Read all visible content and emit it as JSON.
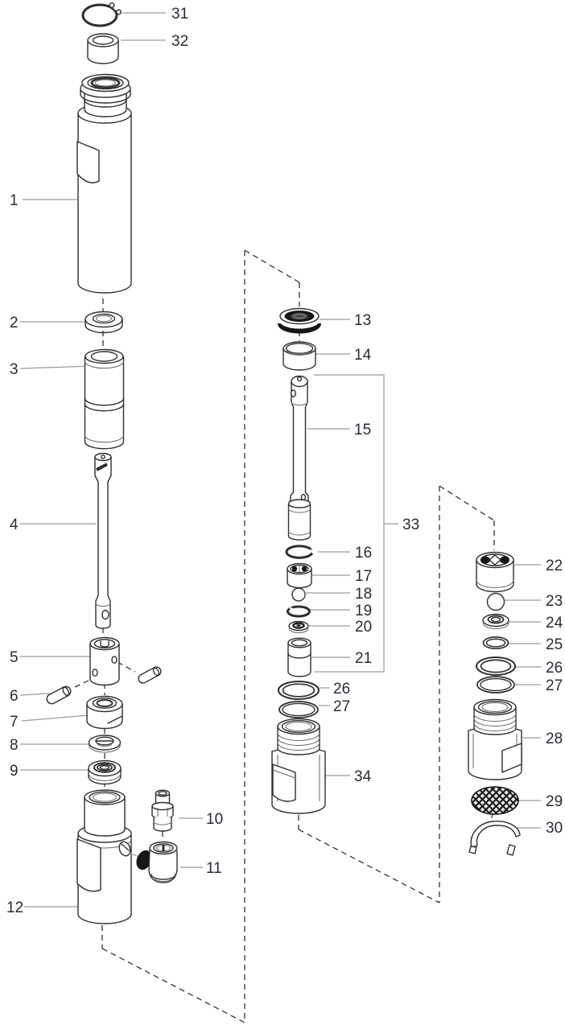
{
  "labels": {
    "n1": "1",
    "n2": "2",
    "n3": "3",
    "n4": "4",
    "n5": "5",
    "n6": "6",
    "n7": "7",
    "n8": "8",
    "n9": "9",
    "n10": "10",
    "n11": "11",
    "n12": "12",
    "n13": "13",
    "n14": "14",
    "n15": "15",
    "n16": "16",
    "n17": "17",
    "n18": "18",
    "n19": "19",
    "n20": "20",
    "n21": "21",
    "n22": "22",
    "n23": "23",
    "n24": "24",
    "n25": "25",
    "n26": "26",
    "n27": "27",
    "n28": "28",
    "n29": "29",
    "n30": "30",
    "n31": "31",
    "n32": "32",
    "n33": "33",
    "n34": "34"
  },
  "colors": {
    "line": "#2e2e2e",
    "leader": "#9b9b9b",
    "label_text": "#272c34",
    "dashed": "#333333",
    "black_fill": "#161616",
    "background": "#ffffff"
  }
}
